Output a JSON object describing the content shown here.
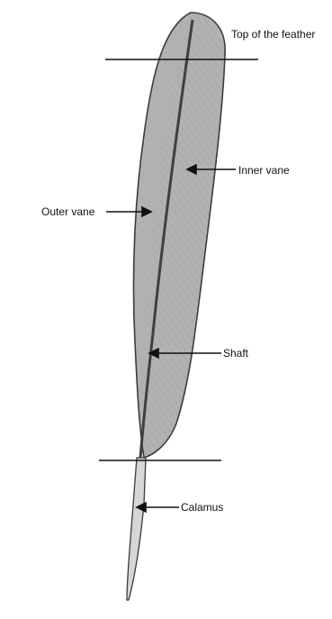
{
  "labels": {
    "top": "Top of the feather",
    "inner_vane": "Inner vane",
    "outer_vane": "Outer vane",
    "shaft": "Shaft",
    "calamus": "Calamus"
  },
  "colors": {
    "vane_fill": "#a9a9a9",
    "outline": "#3a3a3a",
    "shaft": "#4a4a4a",
    "calamus_fill": "#d6d6d6"
  }
}
